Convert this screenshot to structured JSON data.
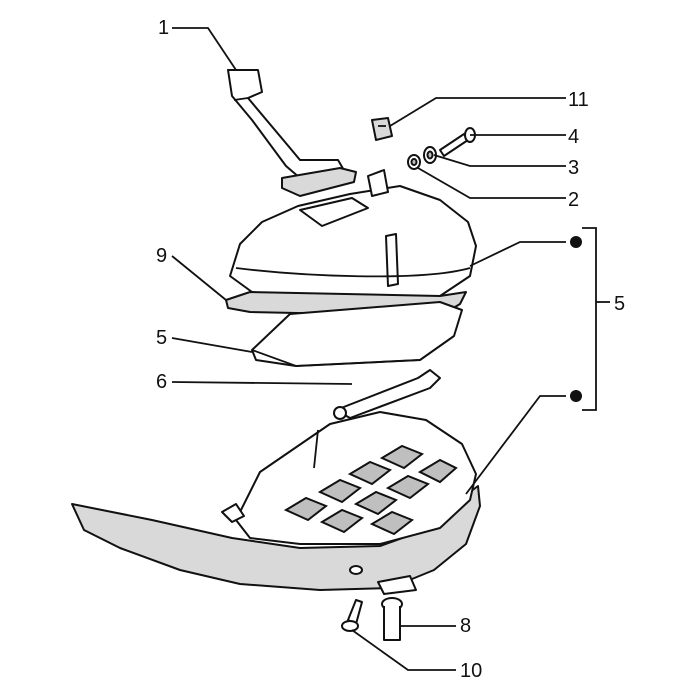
{
  "callouts": [
    {
      "id": "c1",
      "label": "1"
    },
    {
      "id": "c2",
      "label": "2"
    },
    {
      "id": "c3",
      "label": "3"
    },
    {
      "id": "c4",
      "label": "4"
    },
    {
      "id": "c5a",
      "label": "5"
    },
    {
      "id": "c5b",
      "label": "5"
    },
    {
      "id": "c6",
      "label": "6"
    },
    {
      "id": "c8",
      "label": "8"
    },
    {
      "id": "c9",
      "label": "9"
    },
    {
      "id": "c10",
      "label": "10"
    },
    {
      "id": "c11",
      "label": "11"
    }
  ]
}
